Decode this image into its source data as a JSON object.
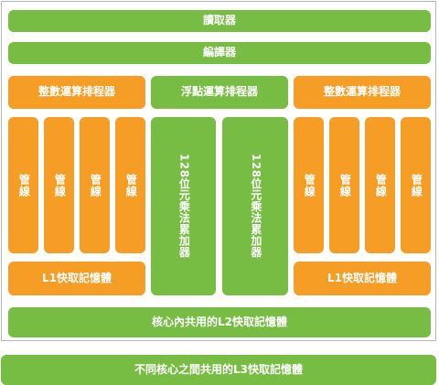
{
  "diagram": {
    "reader": "讀取器",
    "compiler": "編譯器",
    "left_int_scheduler": "整數運算排程器",
    "float_scheduler": "浮點運算排程器",
    "right_int_scheduler": "整數運算排程器",
    "pipelines_left": [
      "管線",
      "管線",
      "管線",
      "管線"
    ],
    "pipelines_right": [
      "管線",
      "管線",
      "管線",
      "管線"
    ],
    "fma_units": [
      "128位元乘法累加器",
      "128位元乘法累加器"
    ],
    "l1_left": "L1快取記憶體",
    "l1_right": "L1快取記憶體",
    "l2": "核心內共用的L2快取記憶體",
    "l3": "不同核心之間共用的L3快取記憶體"
  },
  "colors": {
    "green": "#77bd43",
    "orange": "#f59d24",
    "border": "#b8b8b8"
  }
}
